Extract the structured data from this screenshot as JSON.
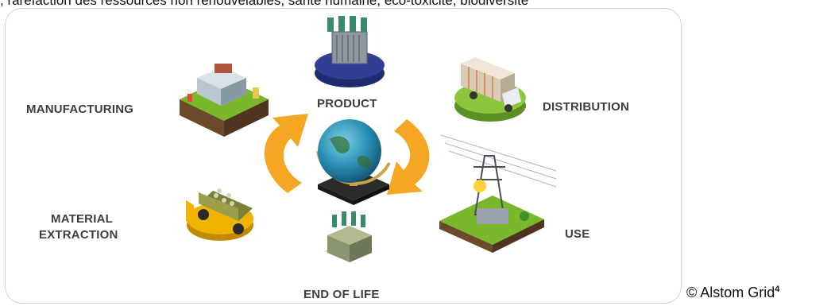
{
  "header": {
    "text": ", rarefaction des ressources non renouvelables, santé humaine, éco-toxicité, biodiversité"
  },
  "diagram": {
    "labels": {
      "manufacturing": "MANUFACTURING",
      "product": "PRODUCT",
      "distribution": "DISTRIBUTION",
      "material_line1": "MATERIAL",
      "material_line2": "EXTRACTION",
      "use": "USE",
      "end_of_life": "END OF LIFE"
    },
    "icons": {
      "manufacturing": "factory-block-icon",
      "product": "transformer-on-disc-icon",
      "distribution": "truck-on-disc-icon",
      "material": "mining-truck-icon",
      "use": "substation-block-icon",
      "end_of_life": "transformer-icon",
      "center": "globe-icon",
      "arrows": "cycle-arrow-icon"
    },
    "colors": {
      "arrow": "#f5a623",
      "product_disc": "#2f3f94",
      "distribution_disc": "#8cc63f",
      "material_disc": "#f0b400",
      "grass": "#79b82a",
      "frame": "#c9d3dd"
    }
  },
  "credit": {
    "text": "© Alstom Grid",
    "sup": "4"
  }
}
